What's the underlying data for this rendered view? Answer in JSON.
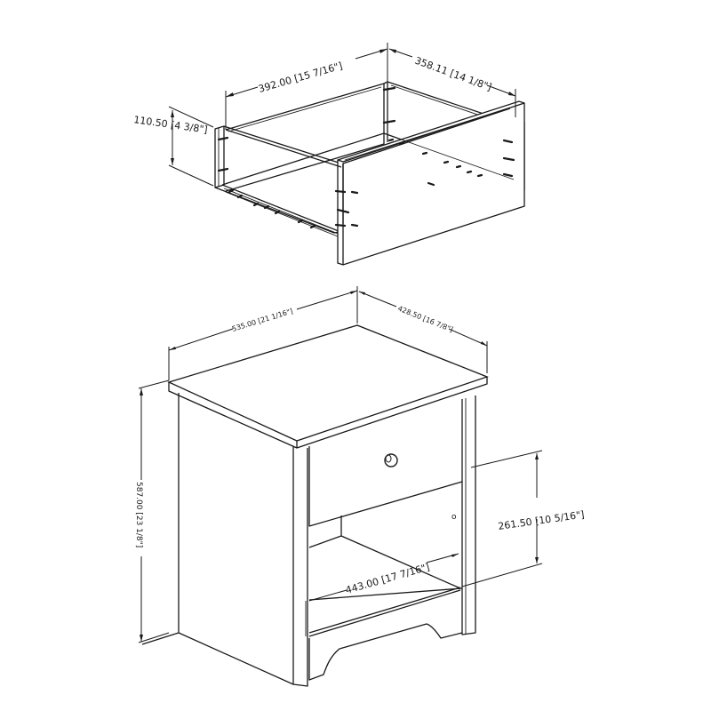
{
  "drawer": {
    "width_label": "392.00 [15 7/16\"]",
    "depth_label": "358.11 [14 1/8\"]",
    "height_label": "110.50 [4 3/8\"]"
  },
  "nightstand": {
    "width_label": "535.00 [21 1/16\"]",
    "depth_label": "428.50 [16 7/8\"]",
    "height_label": "587.00 [23 1/8\"]",
    "opening_height_label": "261.50 [10 5/16\"]",
    "opening_width_label": "443.00 [17 7/16\"]"
  },
  "colors": {
    "line": "#1a1a1a",
    "background": "#ffffff"
  }
}
